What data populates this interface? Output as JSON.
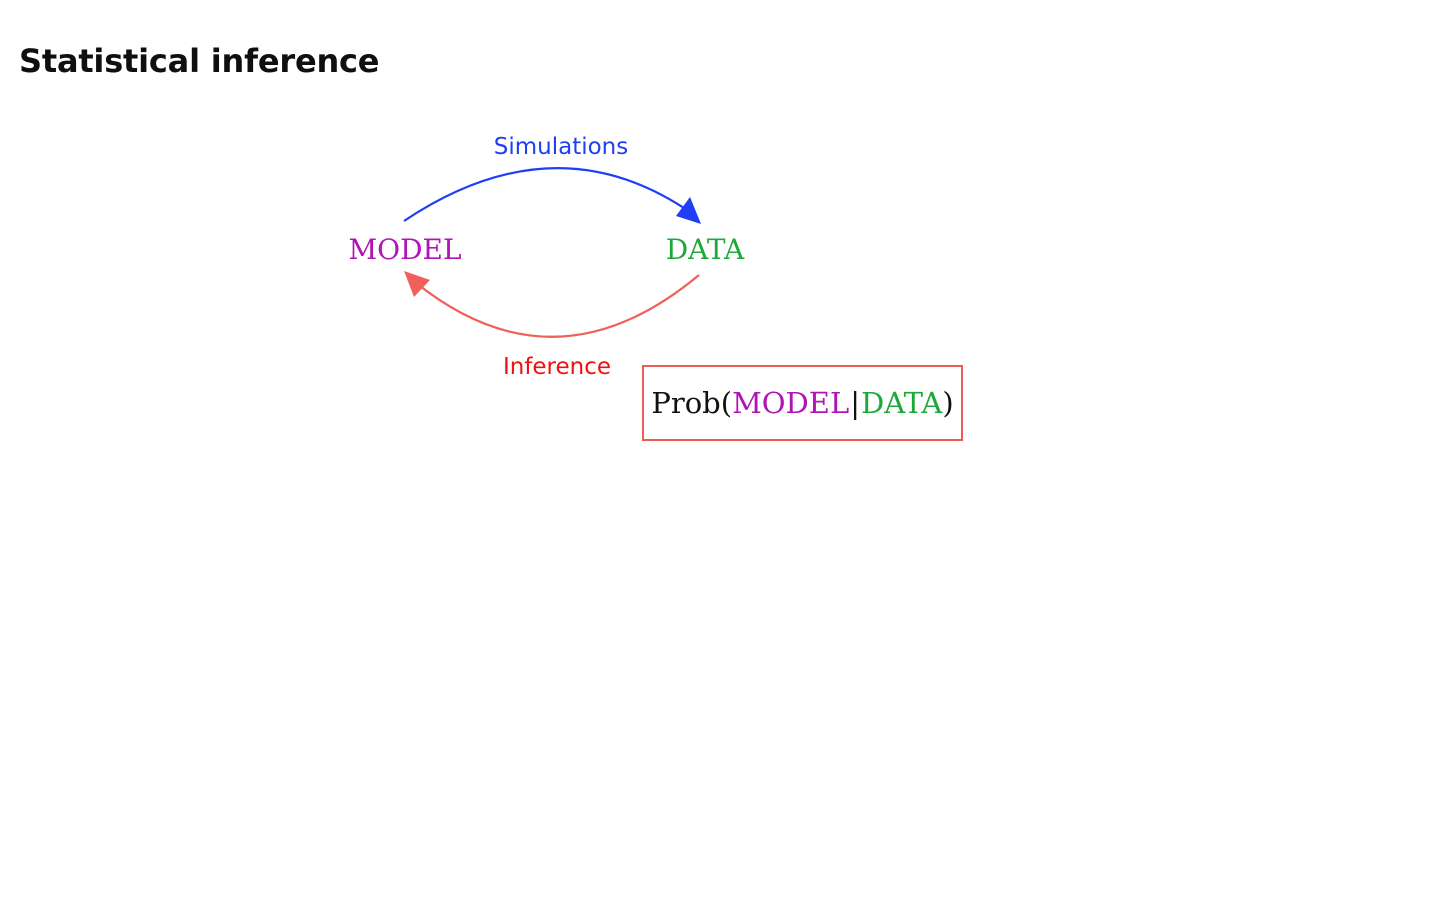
{
  "page": {
    "title": "Statistical inference"
  },
  "diagram": {
    "model_label": "MODEL",
    "data_label": "DATA",
    "simulations_label": "Simulations",
    "inference_label": "Inference"
  },
  "formula": {
    "prefix": "Prob(",
    "model": "MODEL",
    "separator": "|",
    "data": "DATA",
    "suffix": ")"
  },
  "colors": {
    "model": "#b014b6",
    "data": "#1fa83a",
    "simulations": "#1f3ff5",
    "inference_text": "#f01010",
    "inference_arrow": "#f0605a",
    "box_border": "#ee5a55"
  },
  "icons": {
    "simulations_arrow": "arrow-model-to-data-icon",
    "inference_arrow": "arrow-data-to-model-icon"
  }
}
